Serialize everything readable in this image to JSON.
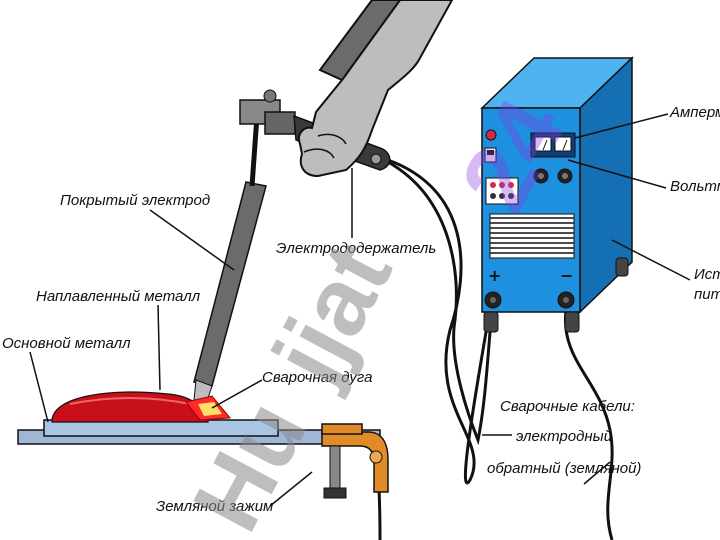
{
  "labels": {
    "coated_electrode": "Покрытый электрод",
    "deposited_metal": "Наплавленный металл",
    "base_metal": "Основной металл",
    "welding_arc": "Сварочная дуга",
    "ground_clamp": "Земляной зажим",
    "electrode_holder": "Электрододержатель",
    "welding_cables": "Сварочные кабели:",
    "electrode_cable": "электродный",
    "return_cable": "обратный (земляной)",
    "ammeter": "Амперм",
    "voltmeter": "Вольтм",
    "power_source_line1": "Ист",
    "power_source_line2": "пит"
  },
  "terminals": {
    "plus": "+",
    "minus": "−"
  },
  "watermark": {
    "part1": "Hu",
    "part2": "jjat",
    "part3": "24",
    "color_gray": "#8a8a8a",
    "color_violet": "#8a3be0"
  },
  "colors": {
    "machine_front": "#1e90e0",
    "machine_side": "#156fb3",
    "machine_top": "#4fb3f0",
    "weld_bead": "#c8101a",
    "plate": "#a9c6e4",
    "clamp": "#e08a28",
    "glove": "#bdbdbd"
  }
}
